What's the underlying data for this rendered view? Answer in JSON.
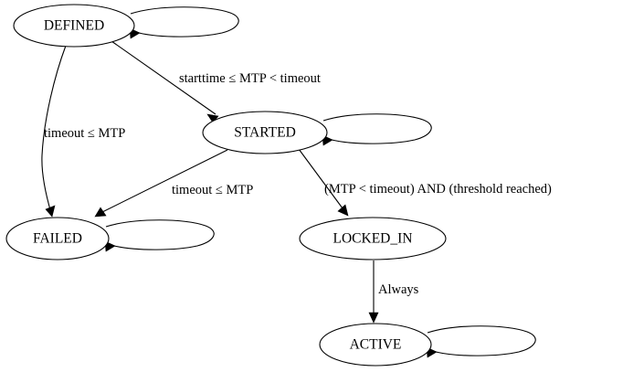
{
  "diagram": {
    "type": "state-machine",
    "title": "",
    "background_color": "#ffffff",
    "stroke_color": "#000000",
    "node_fill_color": "#ffffff",
    "nodes": [
      {
        "id": "DEFINED",
        "label": "DEFINED"
      },
      {
        "id": "STARTED",
        "label": "STARTED"
      },
      {
        "id": "FAILED",
        "label": "FAILED"
      },
      {
        "id": "LOCKED_IN",
        "label": "LOCKED_IN"
      },
      {
        "id": "ACTIVE",
        "label": "ACTIVE"
      }
    ],
    "edges": [
      {
        "from": "DEFINED",
        "to": "DEFINED",
        "label": ""
      },
      {
        "from": "STARTED",
        "to": "STARTED",
        "label": ""
      },
      {
        "from": "FAILED",
        "to": "FAILED",
        "label": ""
      },
      {
        "from": "ACTIVE",
        "to": "ACTIVE",
        "label": ""
      },
      {
        "from": "DEFINED",
        "to": "STARTED",
        "label": "starttime ≤ MTP < timeout"
      },
      {
        "from": "DEFINED",
        "to": "FAILED",
        "label": "timeout ≤ MTP"
      },
      {
        "from": "STARTED",
        "to": "FAILED",
        "label": "timeout ≤ MTP"
      },
      {
        "from": "STARTED",
        "to": "LOCKED_IN",
        "label": "(MTP < timeout) AND (threshold reached)"
      },
      {
        "from": "LOCKED_IN",
        "to": "ACTIVE",
        "label": "Always"
      }
    ],
    "labels": {
      "defined_to_started": "starttime ≤ MTP < timeout",
      "defined_to_failed": "timeout ≤ MTP",
      "started_to_failed": "timeout ≤ MTP",
      "started_to_locked_in": "(MTP < timeout) AND (threshold reached)",
      "locked_in_to_active": "Always"
    }
  }
}
